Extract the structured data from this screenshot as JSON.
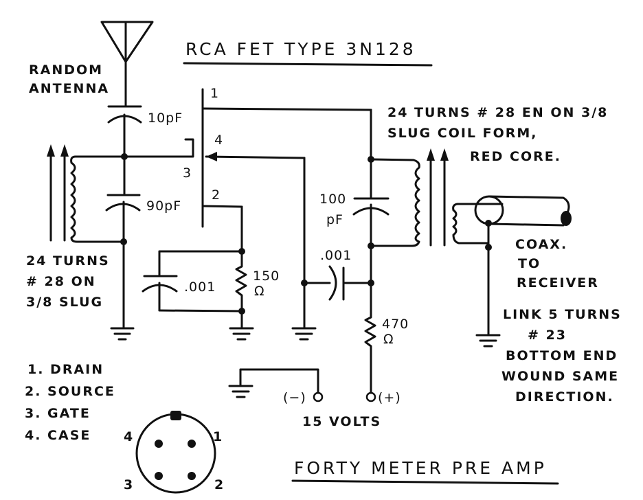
{
  "titles": {
    "top": "RCA FET TYPE 3N128",
    "bottom": "FORTY METER PRE AMP"
  },
  "antenna": {
    "label_line1": "RANDOM",
    "label_line2": "ANTENNA"
  },
  "components": {
    "c_input": "10pF",
    "c_tune_in": "90pF",
    "c_source": ".001",
    "r_source_value": "150",
    "r_source_unit": "Ω",
    "c_tune_out_value": "100",
    "c_tune_out_unit": "pF",
    "c_bypass": ".001",
    "r_drain_value": "470",
    "r_drain_unit": "Ω"
  },
  "fet_pins": {
    "pin1": "1",
    "pin2": "2",
    "pin3": "3",
    "pin4": "4"
  },
  "notes": {
    "input_coil": [
      "24 TURNS",
      "# 28 ON",
      "3/8 SLUG"
    ],
    "output_coil": [
      "24 TURNS # 28 EN ON 3/8",
      "SLUG COIL FORM,",
      "RED CORE."
    ],
    "coax": [
      "COAX.",
      "TO",
      "RECEIVER"
    ],
    "link": [
      "LINK 5 TURNS",
      "# 23",
      "BOTTOM END",
      "WOUND SAME",
      "DIRECTION."
    ]
  },
  "power": {
    "negative": "(−)",
    "positive": "(+)",
    "voltage": "15 VOLTS"
  },
  "pinout_legend": [
    "1. DRAIN",
    "2. SOURCE",
    "3. GATE",
    "4. CASE"
  ],
  "pinout_diagram": {
    "pin1": "1",
    "pin2": "2",
    "pin3": "3",
    "pin4": "4"
  }
}
